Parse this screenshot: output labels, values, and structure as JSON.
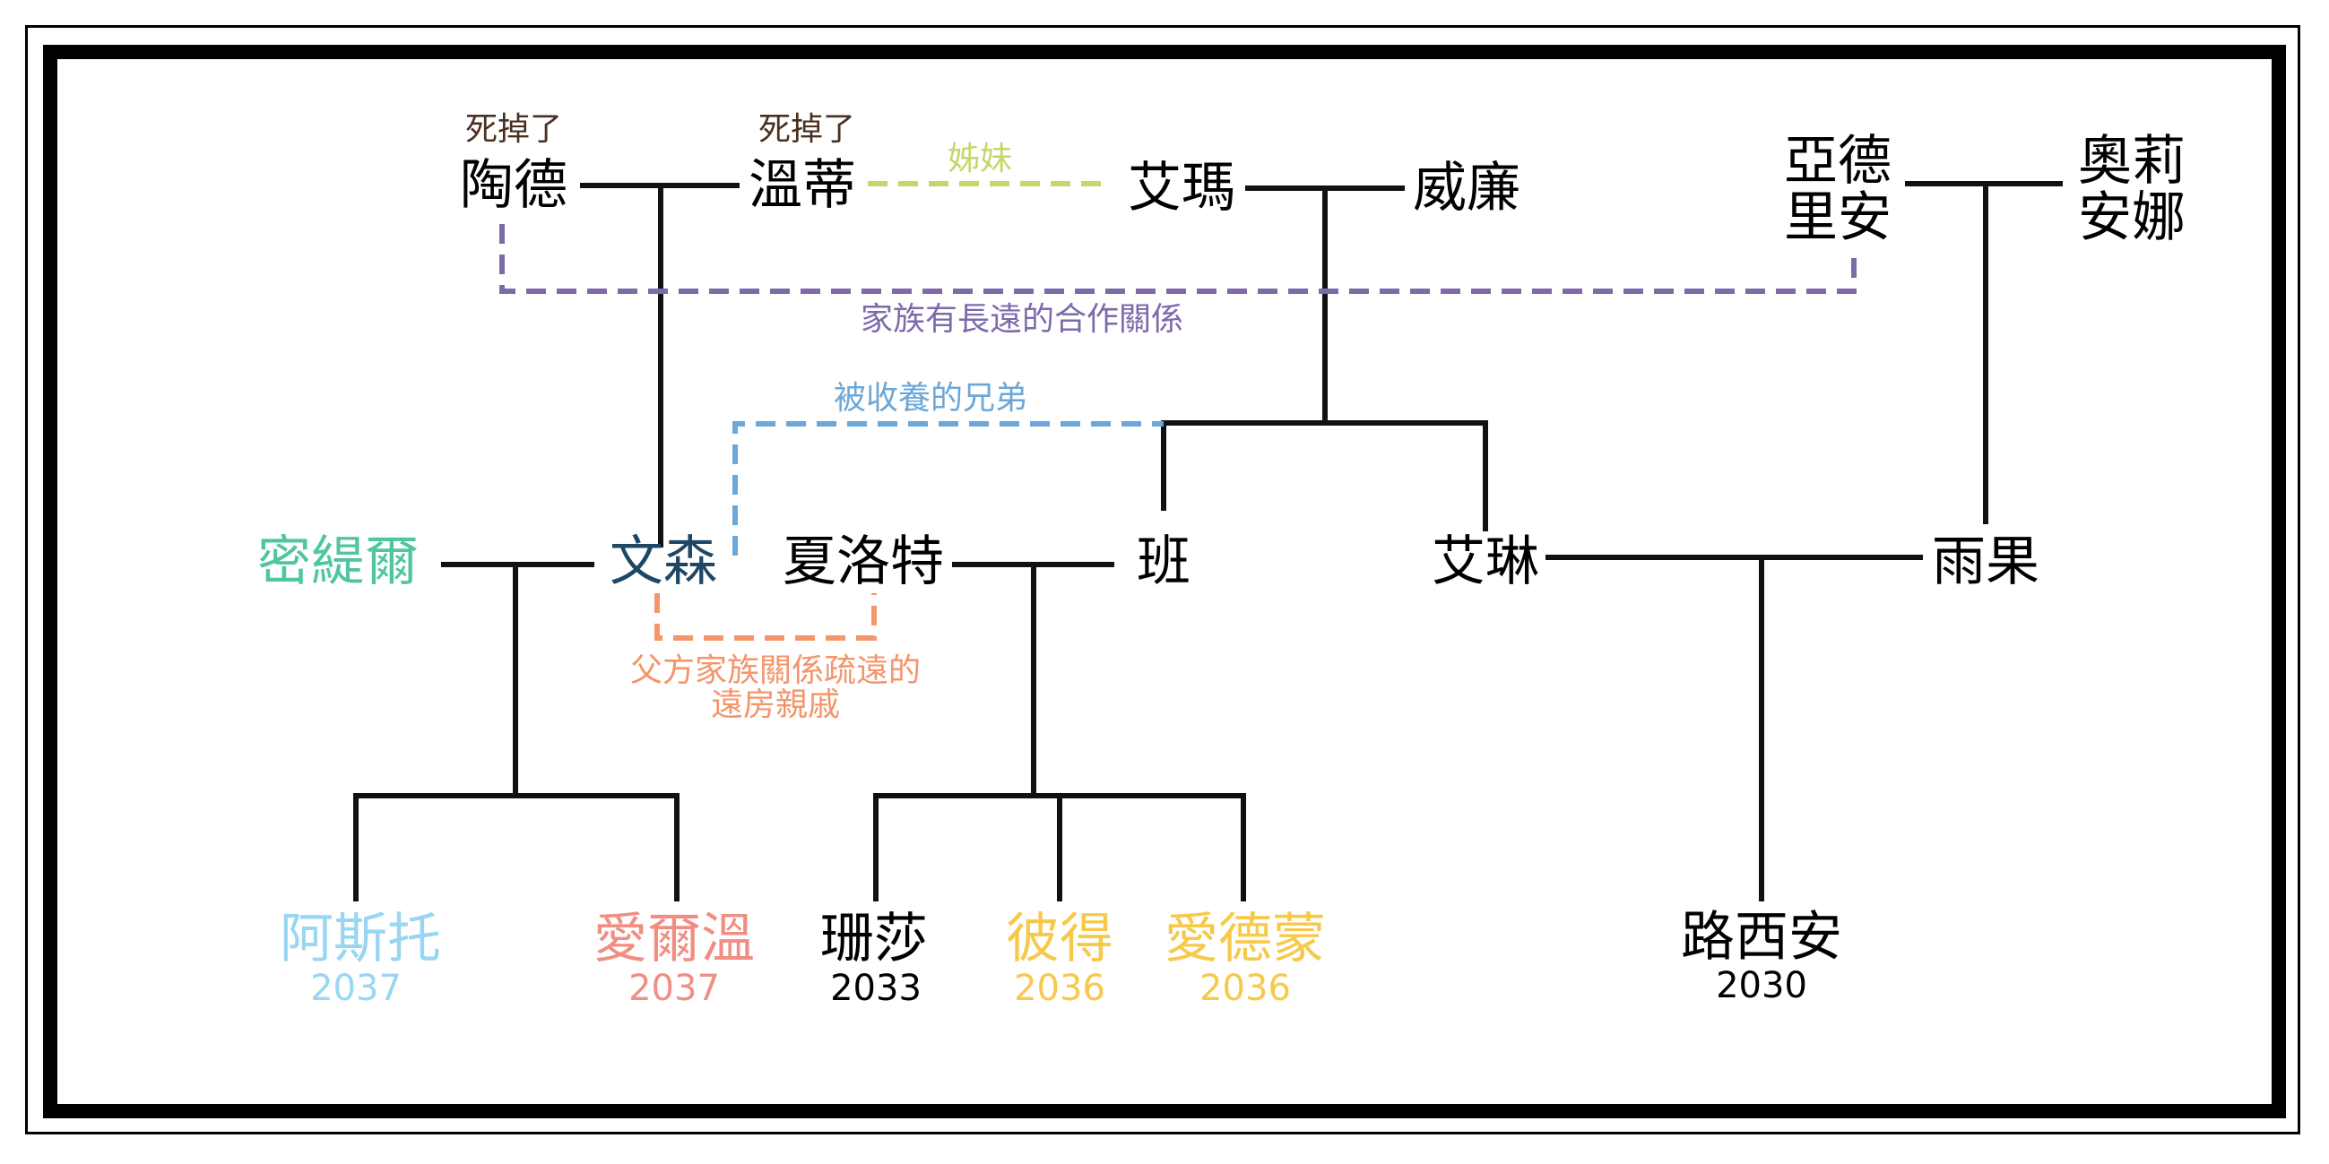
{
  "colors": {
    "line": "#111111",
    "purple": "#7d6aab",
    "blue": "#6ba7d8",
    "olive": "#c6d66b",
    "orange": "#f4956a",
    "teal": "#4fc6a2",
    "navy": "#1e4766",
    "lightblue": "#98d6f3",
    "salmon": "#f08e84",
    "gold": "#f7c94b",
    "brown": "#4a3020"
  },
  "people": {
    "tao_de": {
      "name": "陶德",
      "note": "死掉了"
    },
    "wen_di": {
      "name": "溫蒂",
      "note": "死掉了"
    },
    "ai_ma": {
      "name": "艾瑪"
    },
    "wei_lian": {
      "name": "威廉"
    },
    "adrian": {
      "name": "亞德里安",
      "line1": "亞德",
      "line2": "里安"
    },
    "aoliana": {
      "name": "奧莉安娜",
      "line1": "奧莉",
      "line2": "安娜"
    },
    "mi_ti_er": {
      "name": "密緹爾"
    },
    "wen_sen": {
      "name": "文森"
    },
    "xia_luo_te": {
      "name": "夏洛特"
    },
    "ban": {
      "name": "班"
    },
    "ai_lin": {
      "name": "艾琳"
    },
    "yu_guo": {
      "name": "雨果"
    },
    "a_si_tuo": {
      "name": "阿斯托",
      "year": "2037"
    },
    "ai_er_wen": {
      "name": "愛爾溫",
      "year": "2037"
    },
    "shan_sha": {
      "name": "珊莎",
      "year": "2033"
    },
    "bi_de": {
      "name": "彼得",
      "year": "2036"
    },
    "ai_de_meng": {
      "name": "愛德蒙",
      "year": "2036"
    },
    "lu_xi_an": {
      "name": "路西安",
      "year": "2030"
    }
  },
  "relations": {
    "sisters": "姊妹",
    "family_cooperation": "家族有長遠的合作關係",
    "adopted_brothers": "被收養的兄弟",
    "distant_relatives_line1": "父方家族關係疏遠的",
    "distant_relatives_line2": "遠房親戚"
  }
}
